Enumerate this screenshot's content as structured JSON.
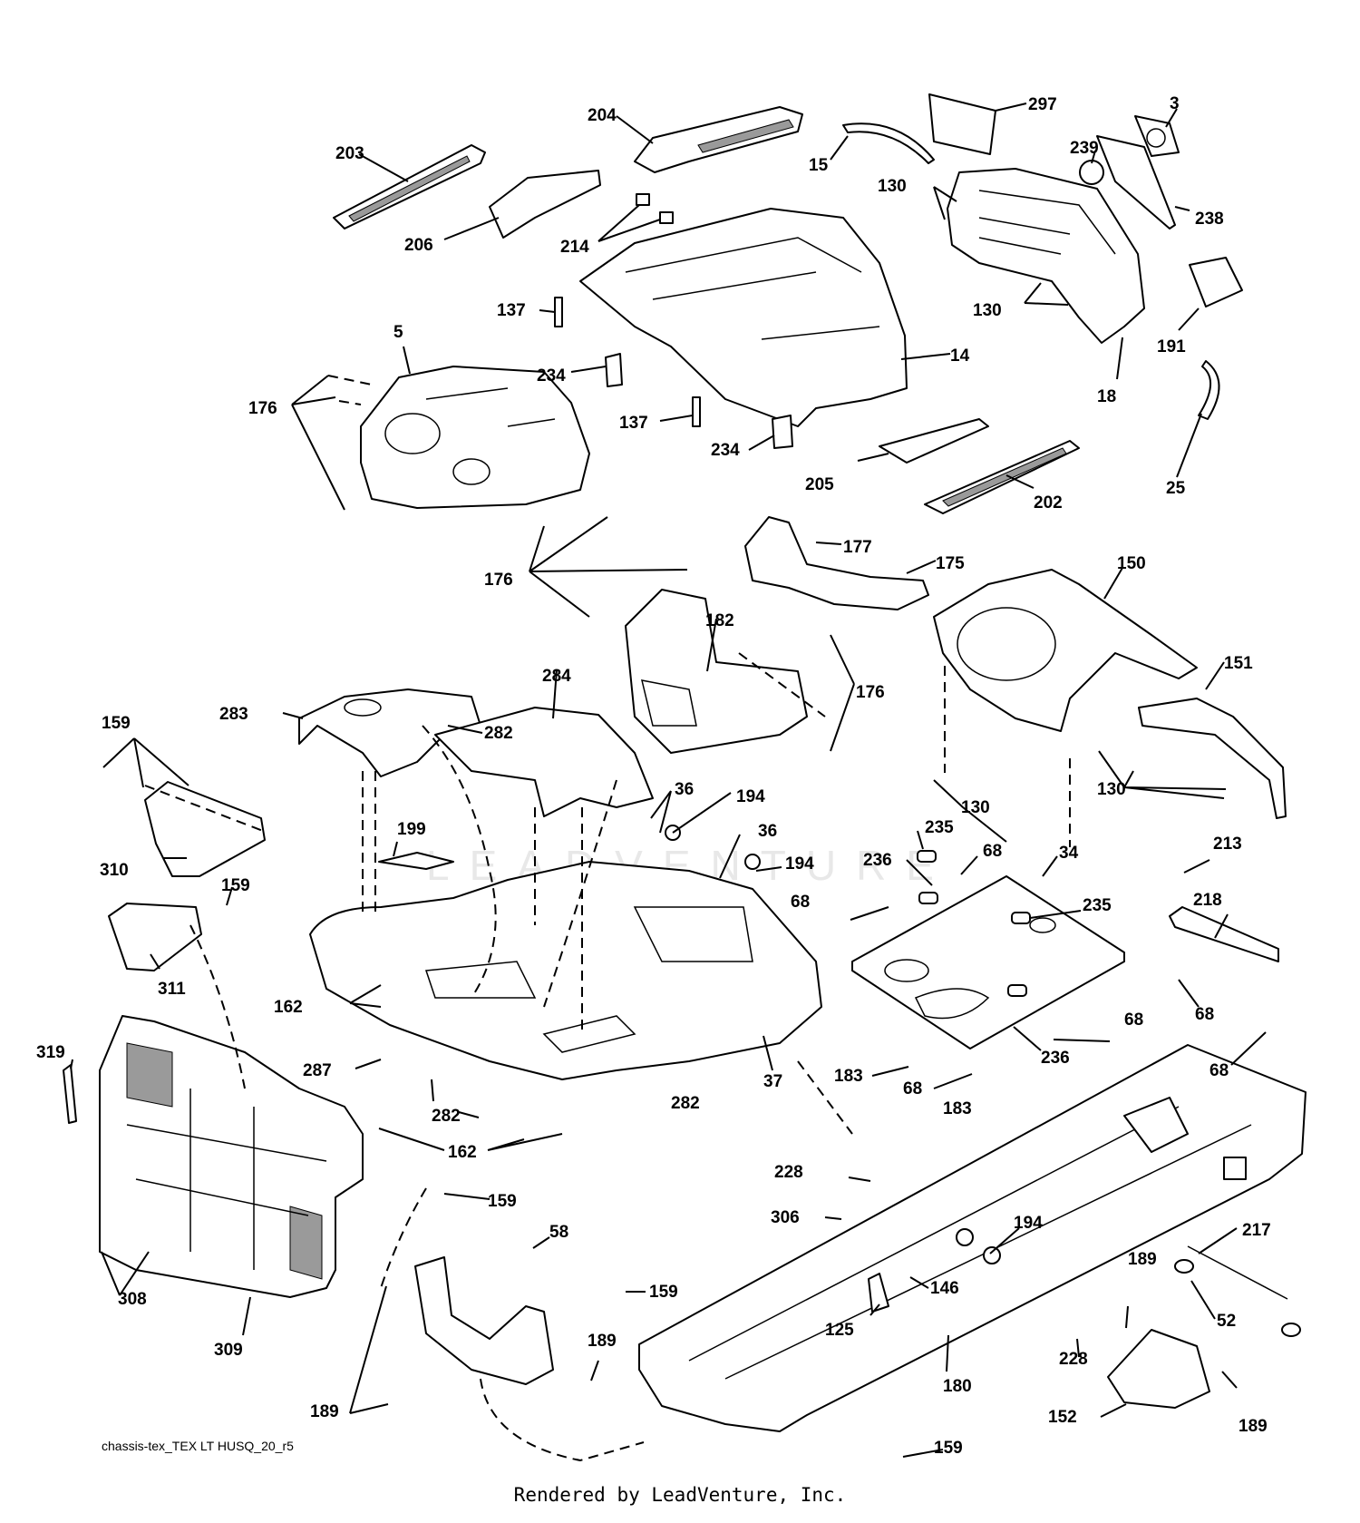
{
  "diagram": {
    "source_label": "chassis-tex_TEX LT HUSQ_20_r5",
    "footer": "Rendered by LeadVenture, Inc.",
    "watermark": "LEADVENTURE",
    "callouts": [
      {
        "id": "c297",
        "label": "297"
      },
      {
        "id": "c3",
        "label": "3"
      },
      {
        "id": "c204",
        "label": "204"
      },
      {
        "id": "c203",
        "label": "203"
      },
      {
        "id": "c15",
        "label": "15"
      },
      {
        "id": "c239",
        "label": "239"
      },
      {
        "id": "c130a",
        "label": "130"
      },
      {
        "id": "c238",
        "label": "238"
      },
      {
        "id": "c206",
        "label": "206"
      },
      {
        "id": "c214",
        "label": "214"
      },
      {
        "id": "c137a",
        "label": "137"
      },
      {
        "id": "c130b",
        "label": "130"
      },
      {
        "id": "c191",
        "label": "191"
      },
      {
        "id": "c5",
        "label": "5"
      },
      {
        "id": "c234a",
        "label": "234"
      },
      {
        "id": "c14",
        "label": "14"
      },
      {
        "id": "c18",
        "label": "18"
      },
      {
        "id": "c176a",
        "label": "176"
      },
      {
        "id": "c137b",
        "label": "137"
      },
      {
        "id": "c234b",
        "label": "234"
      },
      {
        "id": "c205",
        "label": "205"
      },
      {
        "id": "c202",
        "label": "202"
      },
      {
        "id": "c25",
        "label": "25"
      },
      {
        "id": "c177",
        "label": "177"
      },
      {
        "id": "c175",
        "label": "175"
      },
      {
        "id": "c150",
        "label": "150"
      },
      {
        "id": "c176b",
        "label": "176"
      },
      {
        "id": "c182",
        "label": "182"
      },
      {
        "id": "c151",
        "label": "151"
      },
      {
        "id": "c176c",
        "label": "176"
      },
      {
        "id": "c284",
        "label": "284"
      },
      {
        "id": "c283",
        "label": "283"
      },
      {
        "id": "c282a",
        "label": "282"
      },
      {
        "id": "c159a",
        "label": "159"
      },
      {
        "id": "c130c",
        "label": "130"
      },
      {
        "id": "c130d",
        "label": "130"
      },
      {
        "id": "c36a",
        "label": "36"
      },
      {
        "id": "c194a",
        "label": "194"
      },
      {
        "id": "c36b",
        "label": "36"
      },
      {
        "id": "c199",
        "label": "199"
      },
      {
        "id": "c235a",
        "label": "235"
      },
      {
        "id": "c194b",
        "label": "194"
      },
      {
        "id": "c236a",
        "label": "236"
      },
      {
        "id": "c68a",
        "label": "68"
      },
      {
        "id": "c34",
        "label": "34"
      },
      {
        "id": "c213",
        "label": "213"
      },
      {
        "id": "c310",
        "label": "310"
      },
      {
        "id": "c159b",
        "label": "159"
      },
      {
        "id": "c68b",
        "label": "68"
      },
      {
        "id": "c235b",
        "label": "235"
      },
      {
        "id": "c218",
        "label": "218"
      },
      {
        "id": "c311",
        "label": "311"
      },
      {
        "id": "c162a",
        "label": "162"
      },
      {
        "id": "c68c",
        "label": "68"
      },
      {
        "id": "c68d",
        "label": "68"
      },
      {
        "id": "c319",
        "label": "319"
      },
      {
        "id": "c287",
        "label": "287"
      },
      {
        "id": "c236b",
        "label": "236"
      },
      {
        "id": "c68e",
        "label": "68"
      },
      {
        "id": "c37",
        "label": "37"
      },
      {
        "id": "c183a",
        "label": "183"
      },
      {
        "id": "c68f",
        "label": "68"
      },
      {
        "id": "c282b",
        "label": "282"
      },
      {
        "id": "c183b",
        "label": "183"
      },
      {
        "id": "c282c",
        "label": "282"
      },
      {
        "id": "c162b",
        "label": "162"
      },
      {
        "id": "c228a",
        "label": "228"
      },
      {
        "id": "c159c",
        "label": "159"
      },
      {
        "id": "c306",
        "label": "306"
      },
      {
        "id": "c194c",
        "label": "194"
      },
      {
        "id": "c217",
        "label": "217"
      },
      {
        "id": "c58",
        "label": "58"
      },
      {
        "id": "c189a",
        "label": "189"
      },
      {
        "id": "c308",
        "label": "308"
      },
      {
        "id": "c146",
        "label": "146"
      },
      {
        "id": "c159d",
        "label": "159"
      },
      {
        "id": "c52",
        "label": "52"
      },
      {
        "id": "c125",
        "label": "125"
      },
      {
        "id": "c189b",
        "label": "189"
      },
      {
        "id": "c228b",
        "label": "228"
      },
      {
        "id": "c309",
        "label": "309"
      },
      {
        "id": "c180",
        "label": "180"
      },
      {
        "id": "c189c",
        "label": "189"
      },
      {
        "id": "c152",
        "label": "152"
      },
      {
        "id": "c189d",
        "label": "189"
      },
      {
        "id": "c159e",
        "label": "159"
      }
    ]
  }
}
